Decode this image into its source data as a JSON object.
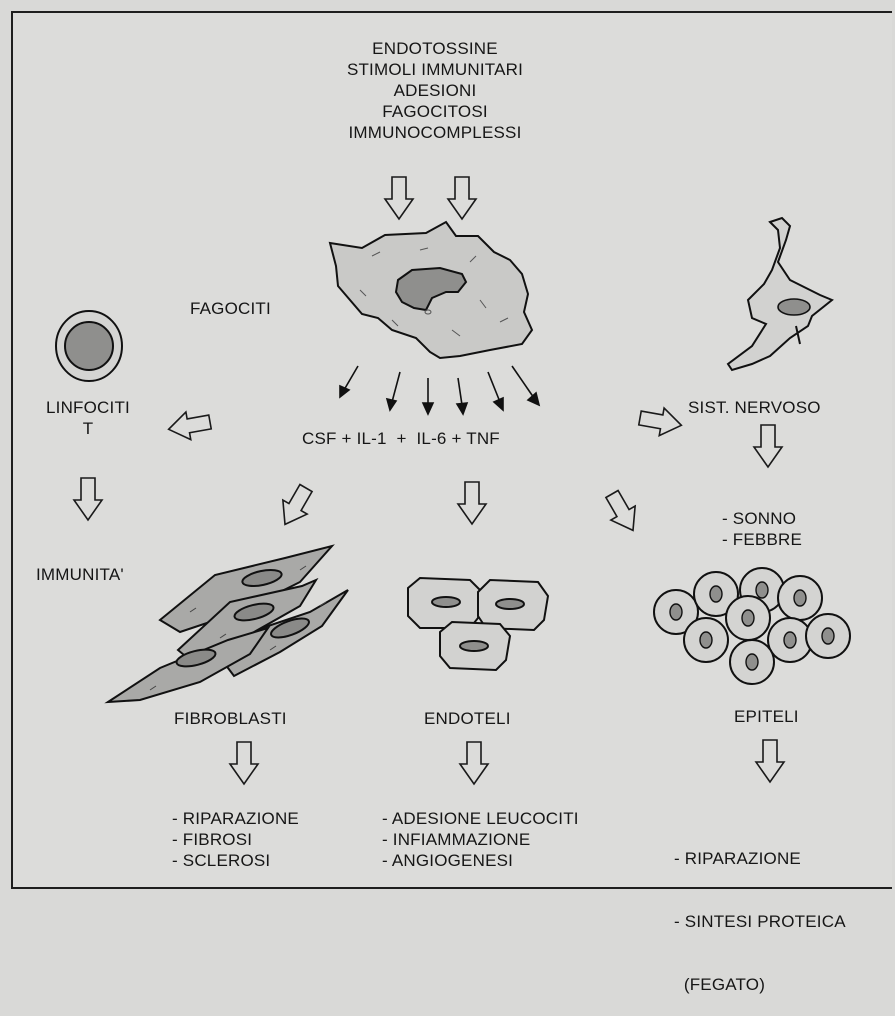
{
  "stimuli": [
    "ENDOTOSSINE",
    "STIMOLI IMMUNITARI",
    "ADESIONI",
    "FAGOCITOSI",
    "IMMUNOCOMPLESSI"
  ],
  "phagocytes": "FAGOCITI",
  "cytokines": "CSF + IL-1  +  IL-6 + TNF",
  "lymphocytes": [
    "LINFOCITI",
    "T"
  ],
  "immunity": "IMMUNITA'",
  "nervous_system": "SIST. NERVOSO",
  "nervous_effects": [
    "- SONNO",
    "- FEBBRE"
  ],
  "fibroblasts": "FIBROBLASTI",
  "endothelia": "ENDOTELI",
  "epithelia": "EPITELI",
  "fibroblast_effects": [
    "- RIPARAZIONE",
    "- FIBROSI",
    "- SCLEROSI"
  ],
  "endothelial_effects": [
    "- ADESIONE LEUCOCITI",
    "- INFIAMMAZIONE",
    "- ANGIOGENESI"
  ],
  "epithelial_effects": [
    "- RIPARAZIONE",
    "- SINTESI PROTEICA",
    "  (FEGATO)"
  ]
}
